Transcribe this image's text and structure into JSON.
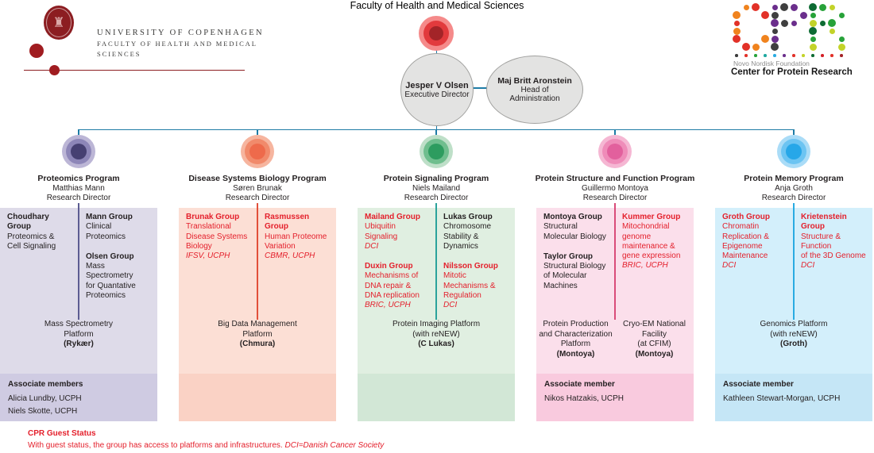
{
  "page": {
    "title": "Faculty of Health and Medical Sciences"
  },
  "ucph_logo": {
    "line1": "UNIVERSITY OF COPENHAGEN",
    "line2": "FACULTY OF HEALTH AND MEDICAL",
    "line3": "SCIENCES",
    "brand_color": "#8c1d21"
  },
  "cpr_logo": {
    "line1": "Novo Nordisk Foundation",
    "line2": "Center for Protein Research",
    "c_colors": [
      "#e23128",
      "#f0831e"
    ],
    "p_colors": [
      "#6b2e8c",
      "#3f3f3f"
    ],
    "r_colors": [
      "#27a239",
      "#c3d329",
      "#0d6b33"
    ],
    "tiny_colors": [
      "#3b3b3b",
      "#e23128",
      "#27a239",
      "#1fa8a0",
      "#29abe2",
      "#6b2e8c",
      "#e23128",
      "#c3d329",
      "#0d6b33",
      "#d42027",
      "#e23128",
      "#a32226"
    ]
  },
  "executive": {
    "director_name": "Jesper V Olsen",
    "director_role": "Executive Director",
    "admin_name": "Maj Britt Aronstein",
    "admin_role": "Head of Administration"
  },
  "colors": {
    "connector": "#1e7ca6",
    "guest_red": "#e4202c",
    "text_black": "#231f20",
    "root_circle": {
      "outer": "#f58a8a",
      "mid": "#e23a3d",
      "core": "#a32428"
    }
  },
  "programs": [
    {
      "name": "Proteomics Program",
      "director": "Matthias Mann",
      "role": "Research Director",
      "circle": {
        "outer": "#bcb6d6",
        "mid": "#8d86b8",
        "core": "#464072"
      },
      "bg": "#dedbe9",
      "assoc_bg": "#cfcbe2",
      "divider": "#5c5c92",
      "groups_left": [
        {
          "name": "Choudhary Group",
          "desc": "Proteomics &\nCell Signaling",
          "aff": "",
          "guest": false
        }
      ],
      "groups_right": [
        {
          "name": "Mann Group",
          "desc": "Clinical\nProteomics",
          "aff": "",
          "guest": false
        },
        {
          "name": "Olsen Group",
          "desc": "Mass Spectrometry\nfor Quantative\nProteomics",
          "aff": "",
          "guest": false
        }
      ],
      "platforms": [
        {
          "name": "Mass Spectrometry\nPlatform",
          "leader": "(Rykær)"
        }
      ],
      "associates": {
        "title": "Associate members",
        "members": [
          "Alicia Lundby, UCPH",
          "Niels Skotte, UCPH"
        ]
      }
    },
    {
      "name": "Disease Systems Biology Program",
      "director": "Søren Brunak",
      "role": "Research Director",
      "circle": {
        "outer": "#f6b59f",
        "mid": "#f18a6b",
        "core": "#ee6a4b"
      },
      "bg": "#fcdfd5",
      "assoc_bg": "#fad2c5",
      "divider": "#e2503a",
      "groups_left": [
        {
          "name": "Brunak Group",
          "desc": "Translational\nDisease Systems\nBiology",
          "aff": "IFSV, UCPH",
          "guest": true
        }
      ],
      "groups_right": [
        {
          "name": "Rasmussen Group",
          "desc": "Human Proteome\nVariation",
          "aff": "CBMR, UCPH",
          "guest": true
        }
      ],
      "platforms": [
        {
          "name": "Big Data Management\nPlatform",
          "leader": "(Chmura)"
        }
      ],
      "associates": {
        "title": "",
        "members": []
      }
    },
    {
      "name": "Protein Signaling Program",
      "director": "Niels Mailand",
      "role": "Research Director",
      "circle": {
        "outer": "#bedfc8",
        "mid": "#6fbe8e",
        "core": "#2d9c5f"
      },
      "bg": "#e0efe1",
      "assoc_bg": "#d2e7d6",
      "divider": "#2ba39b",
      "groups_left": [
        {
          "name": "Mailand Group",
          "desc": "Ubiquitin\nSignaling",
          "aff": "DCI",
          "guest": true
        },
        {
          "name": "Duxin Group",
          "desc": "Mechanisms of\nDNA repair &\nDNA replication",
          "aff": "BRIC, UCPH",
          "guest": true
        }
      ],
      "groups_right": [
        {
          "name": "Lukas Group",
          "desc": "Chromosome\nStability &\nDynamics",
          "aff": "",
          "guest": false
        },
        {
          "name": "Nilsson Group",
          "desc": "Mitotic\nMechanisms &\nRegulation",
          "aff": "DCI",
          "guest": true
        }
      ],
      "platforms": [
        {
          "name": "Protein Imaging Platform\n(with reNEW)",
          "leader": "(C Lukas)"
        }
      ],
      "associates": {
        "title": "",
        "members": []
      }
    },
    {
      "name": "Protein Structure and Function Program",
      "director": "Guillermo Montoya",
      "role": "Research Director",
      "circle": {
        "outer": "#f5b7d3",
        "mid": "#ef8cb9",
        "core": "#e2609d"
      },
      "bg": "#fbdfeb",
      "assoc_bg": "#f9cade",
      "divider": "#d94b79",
      "groups_left": [
        {
          "name": "Montoya Group",
          "desc": "Structural\nMolecular Biology",
          "aff": "",
          "guest": false
        },
        {
          "name": "Taylor Group",
          "desc": "Structural Biology\nof Molecular\nMachines",
          "aff": "",
          "guest": false
        }
      ],
      "groups_right": [
        {
          "name": "Kummer Group",
          "desc": "Mitochondrial\ngenome\nmaintenance &\ngene expression",
          "aff": "BRIC, UCPH",
          "guest": true
        }
      ],
      "platforms": [
        {
          "name": "Protein Production\nand Characterization\nPlatform",
          "leader": "(Montoya)"
        },
        {
          "name": "Cryo-EM National\nFacility\n(at CFIM)",
          "leader": "(Montoya)"
        }
      ],
      "associates": {
        "title": "Associate member",
        "members": [
          "Nikos Hatzakis, UCPH"
        ]
      }
    },
    {
      "name": "Protein Memory Program",
      "director": "Anja Groth",
      "role": "Research Director",
      "circle": {
        "outer": "#aadcf7",
        "mid": "#6cc4f2",
        "core": "#27a7e8"
      },
      "bg": "#d3effb",
      "assoc_bg": "#c5e6f6",
      "divider": "#29abe2",
      "groups_left": [
        {
          "name": "Groth Group",
          "desc": "Chromatin\nReplication &\nEpigenome\nMaintenance",
          "aff": "DCI",
          "guest": true
        }
      ],
      "groups_right": [
        {
          "name": "Krietenstein Group",
          "desc": "Structure & Function\nof the 3D Genome",
          "aff": "DCI",
          "guest": true
        }
      ],
      "platforms": [
        {
          "name": "Genomics Platform\n(with reNEW)",
          "leader": "(Groth)"
        }
      ],
      "associates": {
        "title": "Associate member",
        "members": [
          "Kathleen Stewart-Morgan, UCPH"
        ]
      }
    }
  ],
  "legend": {
    "title": "CPR Guest Status",
    "text": "With guest status, the group has access to platforms and infrastructures. ",
    "abbreviation": "DCI=Danish Cancer Society"
  }
}
